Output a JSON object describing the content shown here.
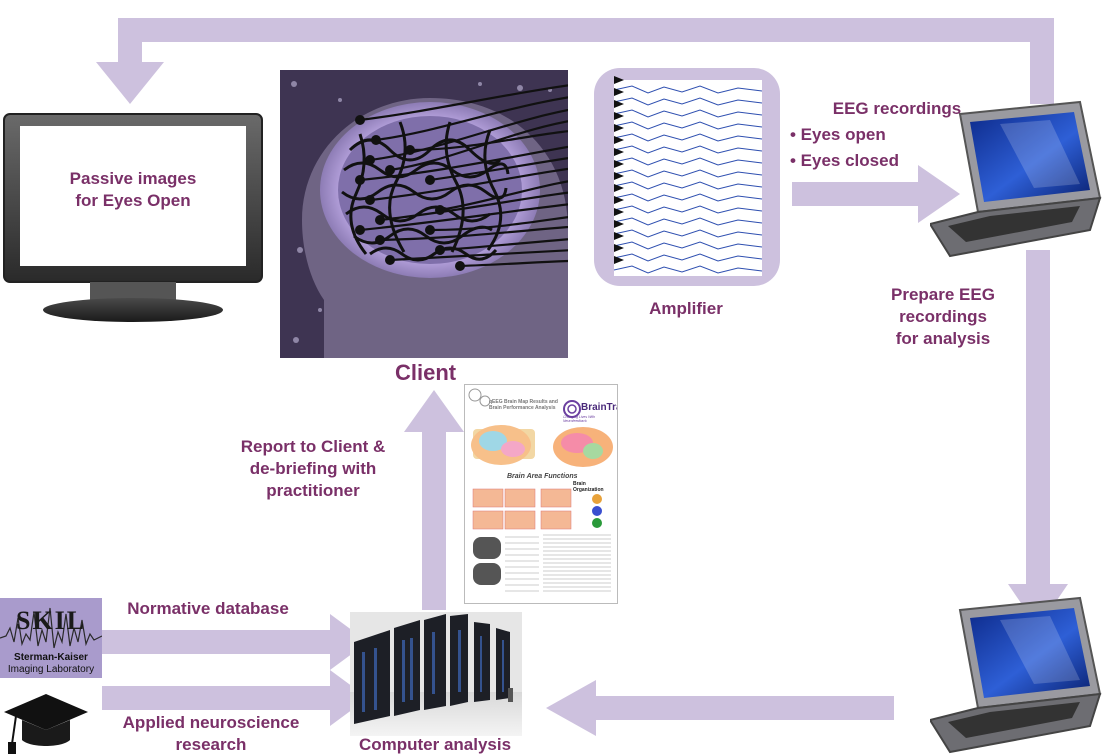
{
  "labels": {
    "passive_images": "Passive images\nfor Eyes Open",
    "client": "Client",
    "amplifier": "Amplifier",
    "eeg_title": "EEG recordings",
    "eeg_item_1": "• Eyes open",
    "eeg_item_2": "• Eyes closed",
    "prepare": "Prepare EEG\nrecordings\nfor analysis",
    "report": "Report to Client &\nde-briefing with\npractitioner",
    "normative": "Normative database",
    "applied": "Applied neuroscience\nresearch",
    "computer_analysis": "Computer analysis"
  },
  "report_doc": {
    "title": "qEEG Brain Map Results and\nBrain Performance Analysis",
    "brand": "BrainTrainUK",
    "tagline": "Changing Lives With Neurofeedback",
    "section_functions": "Brain Area Functions",
    "section_organization": "Brain Organization"
  },
  "skil_logo": {
    "name": "SKIL",
    "line1": "Sterman-Kaiser",
    "line2": "Imaging Laboratory"
  },
  "colors": {
    "arrow": "#cdc1de",
    "label": "#7a3068",
    "client_bg": "#3e3452",
    "head": "#6f6484",
    "brain_glow": "#c9b3f0",
    "laptop_screen": "#1c3fa8"
  }
}
